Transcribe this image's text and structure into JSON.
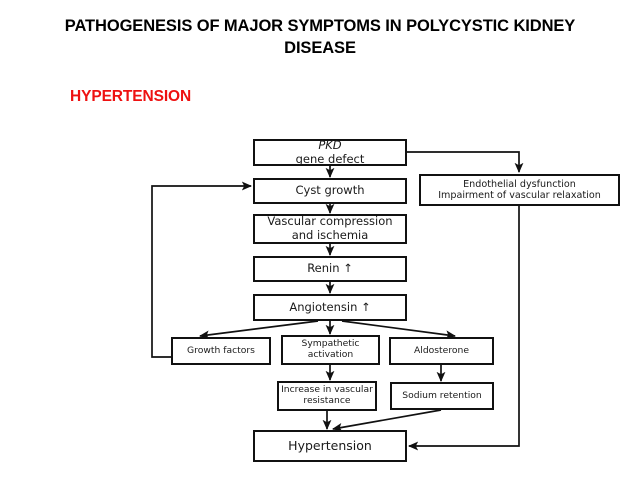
{
  "slide": {
    "title_line1": "PATHOGENESIS OF MAJOR SYMPTOMS IN POLYCYSTIC",
    "title_line2": "KIDNEY DISEASE",
    "section_heading": "HYPERTENSION",
    "section_heading_color": "#ee1111",
    "background_color": "#ffffff",
    "text_color": "#000000"
  },
  "diagram": {
    "type": "flowchart",
    "box_border_color": "#111111",
    "box_fill_color": "#ffffff",
    "connector_color": "#111111",
    "nodes": [
      {
        "id": "pkd",
        "label_italic": "PKD",
        "label": " gene defect"
      },
      {
        "id": "cyst",
        "label": "Cyst growth"
      },
      {
        "id": "vasccomp",
        "line1": "Vascular compression",
        "line2": "and ischemia"
      },
      {
        "id": "renin",
        "label": "Renin ↑"
      },
      {
        "id": "angio",
        "label": "Angiotensin ↑"
      },
      {
        "id": "endo",
        "line1": "Endothelial  dysfunction",
        "line2": "Impairment  of vascular  relaxation"
      },
      {
        "id": "growth",
        "label": "Growth factors"
      },
      {
        "id": "symp",
        "line1": "Sympathetic",
        "line2": "activation"
      },
      {
        "id": "aldo",
        "label": "Aldosterone"
      },
      {
        "id": "ivr",
        "line1": "Increase in vascular",
        "line2": "resistance"
      },
      {
        "id": "sodium",
        "label": "Sodium retention"
      },
      {
        "id": "htn",
        "label": "Hypertension"
      }
    ],
    "edges": [
      {
        "from": "pkd",
        "to": "cyst",
        "style": "straight-down"
      },
      {
        "from": "pkd",
        "to": "endo",
        "style": "right-then-down"
      },
      {
        "from": "cyst",
        "to": "vasccomp",
        "style": "straight-down"
      },
      {
        "from": "vasccomp",
        "to": "renin",
        "style": "straight-down"
      },
      {
        "from": "renin",
        "to": "angio",
        "style": "straight-down"
      },
      {
        "from": "angio",
        "to": "growth",
        "style": "diagonal-left"
      },
      {
        "from": "angio",
        "to": "symp",
        "style": "straight-down"
      },
      {
        "from": "angio",
        "to": "aldo",
        "style": "diagonal-right"
      },
      {
        "from": "growth",
        "to": "cyst",
        "style": "feedback-left-up"
      },
      {
        "from": "symp",
        "to": "ivr",
        "style": "straight-down"
      },
      {
        "from": "aldo",
        "to": "sodium",
        "style": "straight-down"
      },
      {
        "from": "ivr",
        "to": "htn",
        "style": "straight-down"
      },
      {
        "from": "sodium",
        "to": "htn",
        "style": "diagonal-left"
      },
      {
        "from": "endo",
        "to": "htn",
        "style": "down-then-left"
      }
    ]
  }
}
